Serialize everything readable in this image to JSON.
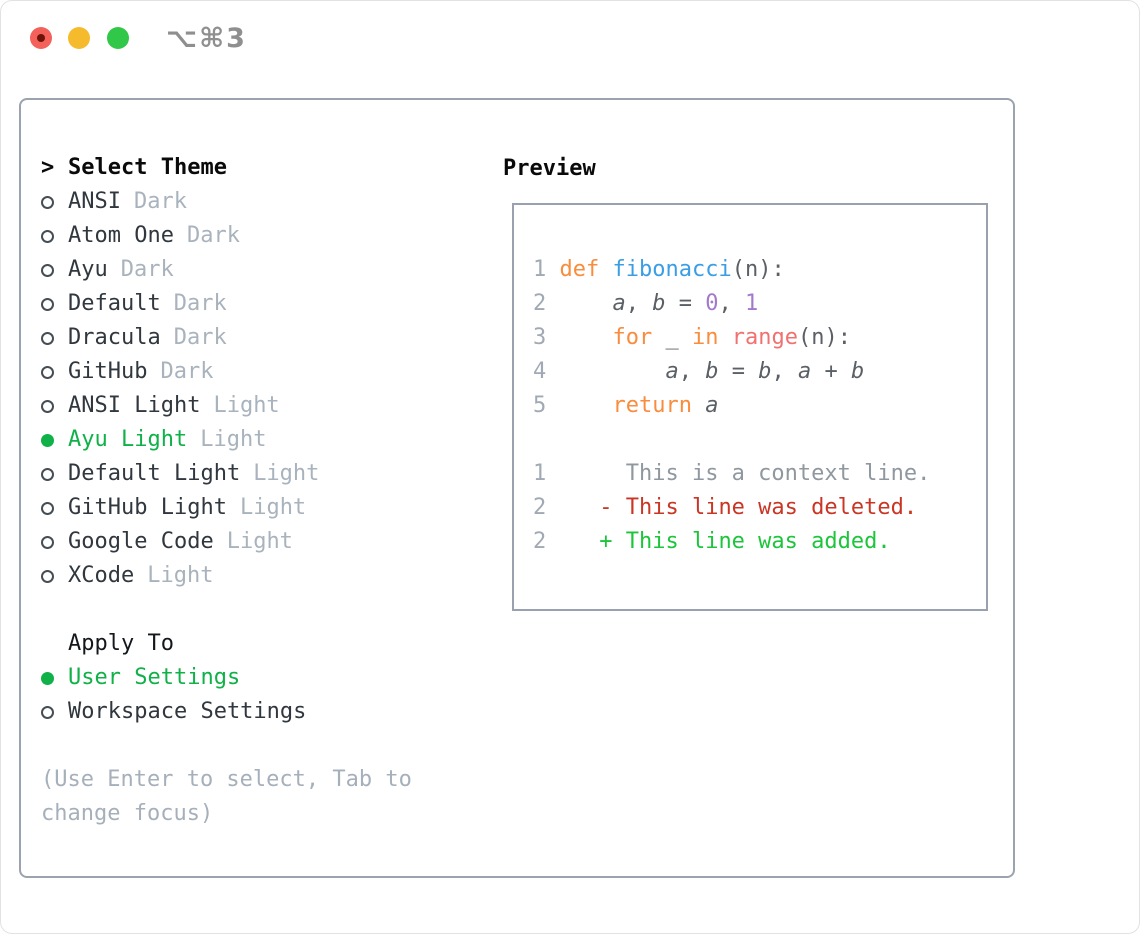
{
  "window": {
    "title": "⌥⌘3",
    "controls": [
      "close",
      "minimize",
      "zoom"
    ]
  },
  "colors": {
    "accent_green": "#0fb148",
    "added_green": "#1dc53b",
    "deleted_red": "#ca3524",
    "keyword_orange": "#f98c3d",
    "function_blue": "#3b9ee5",
    "number_purple": "#a379cc",
    "builtin_coral": "#f17070",
    "muted_gray": "#a9b3bd",
    "panel_border": "#9aa3ae"
  },
  "theme_list": {
    "header": {
      "marker": ">",
      "label": "Select Theme"
    },
    "items": [
      {
        "name": "ANSI",
        "variant": "Dark",
        "selected": false
      },
      {
        "name": "Atom One",
        "variant": "Dark",
        "selected": false
      },
      {
        "name": "Ayu",
        "variant": "Dark",
        "selected": false
      },
      {
        "name": "Default",
        "variant": "Dark",
        "selected": false
      },
      {
        "name": "Dracula",
        "variant": "Dark",
        "selected": false
      },
      {
        "name": "GitHub",
        "variant": "Dark",
        "selected": false
      },
      {
        "name": "ANSI Light",
        "variant": "Light",
        "selected": false
      },
      {
        "name": "Ayu Light",
        "variant": "Light",
        "selected": true
      },
      {
        "name": "Default Light",
        "variant": "Light",
        "selected": false
      },
      {
        "name": "GitHub Light",
        "variant": "Light",
        "selected": false
      },
      {
        "name": "Google Code",
        "variant": "Light",
        "selected": false
      },
      {
        "name": "XCode",
        "variant": "Light",
        "selected": false
      }
    ]
  },
  "apply_to": {
    "label": "Apply To",
    "options": [
      {
        "name": "User Settings",
        "selected": true
      },
      {
        "name": "Workspace Settings",
        "selected": false
      }
    ]
  },
  "hint_lines": [
    "(Use Enter to select, Tab to",
    "change focus)"
  ],
  "preview": {
    "label": "Preview",
    "code_lines": [
      {
        "segments": [
          {
            "t": "1 ",
            "c": "num"
          },
          {
            "t": "def",
            "c": "kw"
          },
          {
            "t": " ",
            "c": "fg"
          },
          {
            "t": "fibonacci",
            "c": "fn"
          },
          {
            "t": "(n):",
            "c": "fg"
          }
        ]
      },
      {
        "segments": [
          {
            "t": "2     ",
            "c": "num"
          },
          {
            "t": "a",
            "c": "var"
          },
          {
            "t": ", ",
            "c": "fg"
          },
          {
            "t": "b",
            "c": "var"
          },
          {
            "t": " = ",
            "c": "fg"
          },
          {
            "t": "0",
            "c": "lit"
          },
          {
            "t": ", ",
            "c": "fg"
          },
          {
            "t": "1",
            "c": "lit"
          }
        ]
      },
      {
        "segments": [
          {
            "t": "3     ",
            "c": "num"
          },
          {
            "t": "for",
            "c": "kw"
          },
          {
            "t": " _ ",
            "c": "fg"
          },
          {
            "t": "in",
            "c": "kw"
          },
          {
            "t": " ",
            "c": "fg"
          },
          {
            "t": "range",
            "c": "sp"
          },
          {
            "t": "(n):",
            "c": "fg"
          }
        ]
      },
      {
        "segments": [
          {
            "t": "4         ",
            "c": "num"
          },
          {
            "t": "a",
            "c": "var"
          },
          {
            "t": ", ",
            "c": "fg"
          },
          {
            "t": "b",
            "c": "var"
          },
          {
            "t": " = ",
            "c": "fg"
          },
          {
            "t": "b",
            "c": "var"
          },
          {
            "t": ", ",
            "c": "fg"
          },
          {
            "t": "a",
            "c": "var"
          },
          {
            "t": " + ",
            "c": "fg"
          },
          {
            "t": "b",
            "c": "var"
          }
        ]
      },
      {
        "segments": [
          {
            "t": "5     ",
            "c": "num"
          },
          {
            "t": "return",
            "c": "kw"
          },
          {
            "t": " ",
            "c": "fg"
          },
          {
            "t": "a",
            "c": "var"
          }
        ]
      },
      {
        "segments": []
      },
      {
        "segments": [
          {
            "t": "1      ",
            "c": "num"
          },
          {
            "t": "This is a context line.",
            "c": "ctx"
          }
        ]
      },
      {
        "segments": [
          {
            "t": "2    ",
            "c": "num"
          },
          {
            "t": "- This line was deleted.",
            "c": "del"
          }
        ]
      },
      {
        "segments": [
          {
            "t": "2    ",
            "c": "num"
          },
          {
            "t": "+ This line was added.",
            "c": "add"
          }
        ]
      }
    ]
  }
}
